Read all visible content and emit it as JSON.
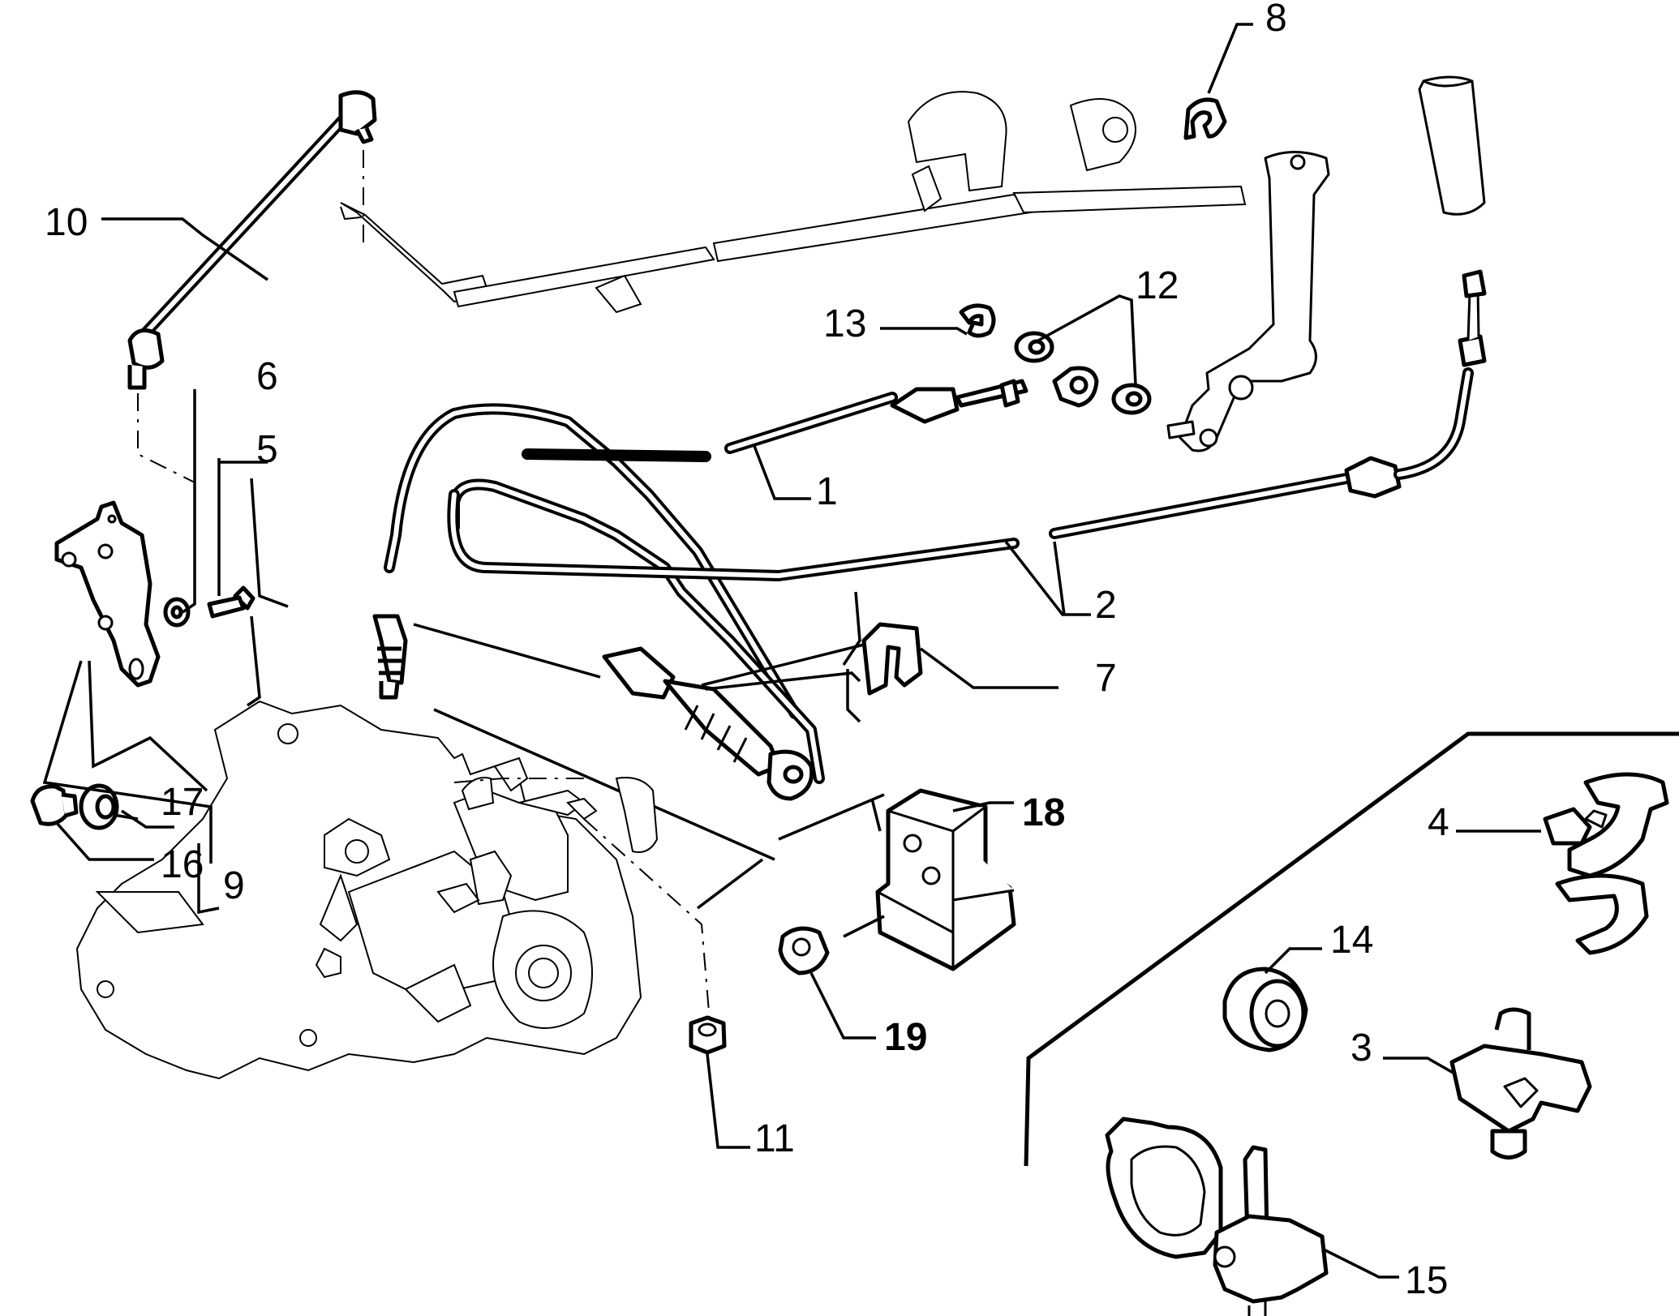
{
  "callouts": [
    {
      "id": "1",
      "text": "1",
      "bold": false
    },
    {
      "id": "2",
      "text": "2",
      "bold": false
    },
    {
      "id": "3",
      "text": "3",
      "bold": false
    },
    {
      "id": "4",
      "text": "4",
      "bold": false
    },
    {
      "id": "5",
      "text": "5",
      "bold": false
    },
    {
      "id": "6",
      "text": "6",
      "bold": false
    },
    {
      "id": "7",
      "text": "7",
      "bold": false
    },
    {
      "id": "8",
      "text": "8",
      "bold": false
    },
    {
      "id": "9",
      "text": "9",
      "bold": false
    },
    {
      "id": "10",
      "text": "10",
      "bold": false
    },
    {
      "id": "11",
      "text": "11",
      "bold": false
    },
    {
      "id": "12",
      "text": "12",
      "bold": false
    },
    {
      "id": "13",
      "text": "13",
      "bold": false
    },
    {
      "id": "14",
      "text": "14",
      "bold": false
    },
    {
      "id": "15",
      "text": "15",
      "bold": false
    },
    {
      "id": "16",
      "text": "16",
      "bold": false
    },
    {
      "id": "17",
      "text": "17",
      "bold": false
    },
    {
      "id": "18",
      "text": "18",
      "bold": true
    },
    {
      "id": "19",
      "text": "19",
      "bold": true
    }
  ]
}
